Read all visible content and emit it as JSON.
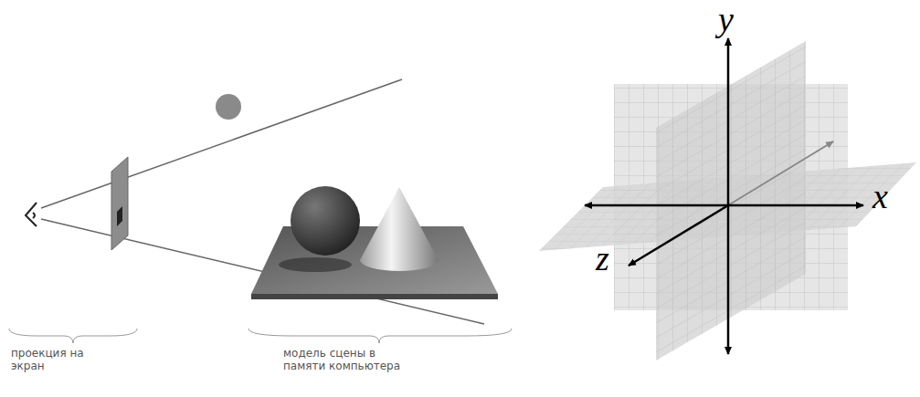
{
  "diagram": {
    "labels": [
      "проекция на экран",
      "модель сцены в памяти компьютера",
      "y",
      "x",
      "z"
    ]
  }
}
